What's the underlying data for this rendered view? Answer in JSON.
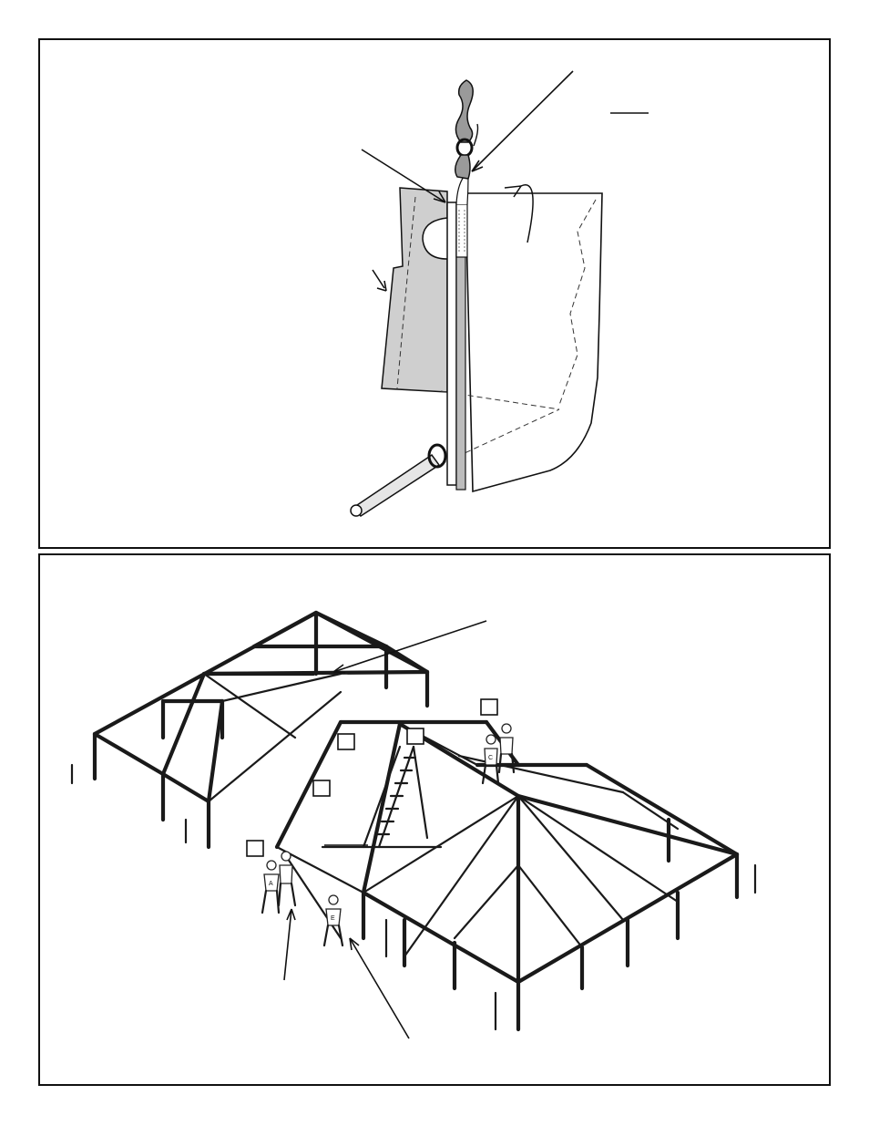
{
  "colors": {
    "line": "#111111",
    "fabric": "#d9d9d9",
    "panel_fill": "#cfcfcf",
    "background": "#ffffff"
  },
  "workers": [
    {
      "label": "A"
    },
    {
      "label": "E"
    },
    {
      "label": "C"
    }
  ],
  "callouts": [
    {
      "name": "callout-box-1"
    },
    {
      "name": "callout-box-2"
    },
    {
      "name": "callout-box-3"
    },
    {
      "name": "callout-box-4"
    },
    {
      "name": "callout-box-5"
    }
  ]
}
